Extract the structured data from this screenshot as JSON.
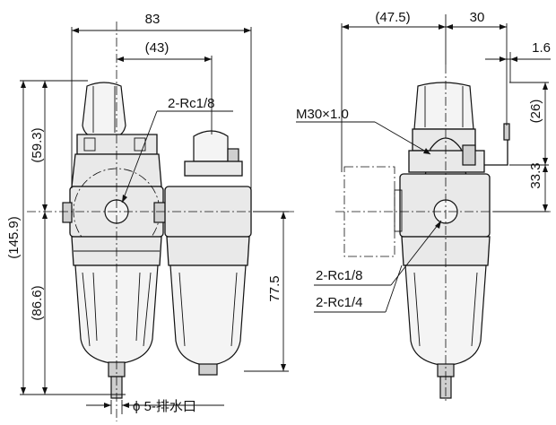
{
  "dimensions": {
    "total_width": "83",
    "port_offset": "(43)",
    "gauge_offset": "(47.5)",
    "side_width": "30",
    "thread_length": "1.6",
    "bracket_height": "(26)",
    "bracket_to_center": "33.3",
    "top_to_center": "(59.3)",
    "total_height": "(145.9)",
    "center_to_bottom": "(86.6)",
    "lubricator_height": "77.5"
  },
  "labels": {
    "front_port": "2-Rc1/8",
    "thread": "M30×1.0",
    "side_port_a": "2-Rc1/8",
    "side_port_b": "2-Rc1/4",
    "drain": "ϕ 5-排水口"
  }
}
